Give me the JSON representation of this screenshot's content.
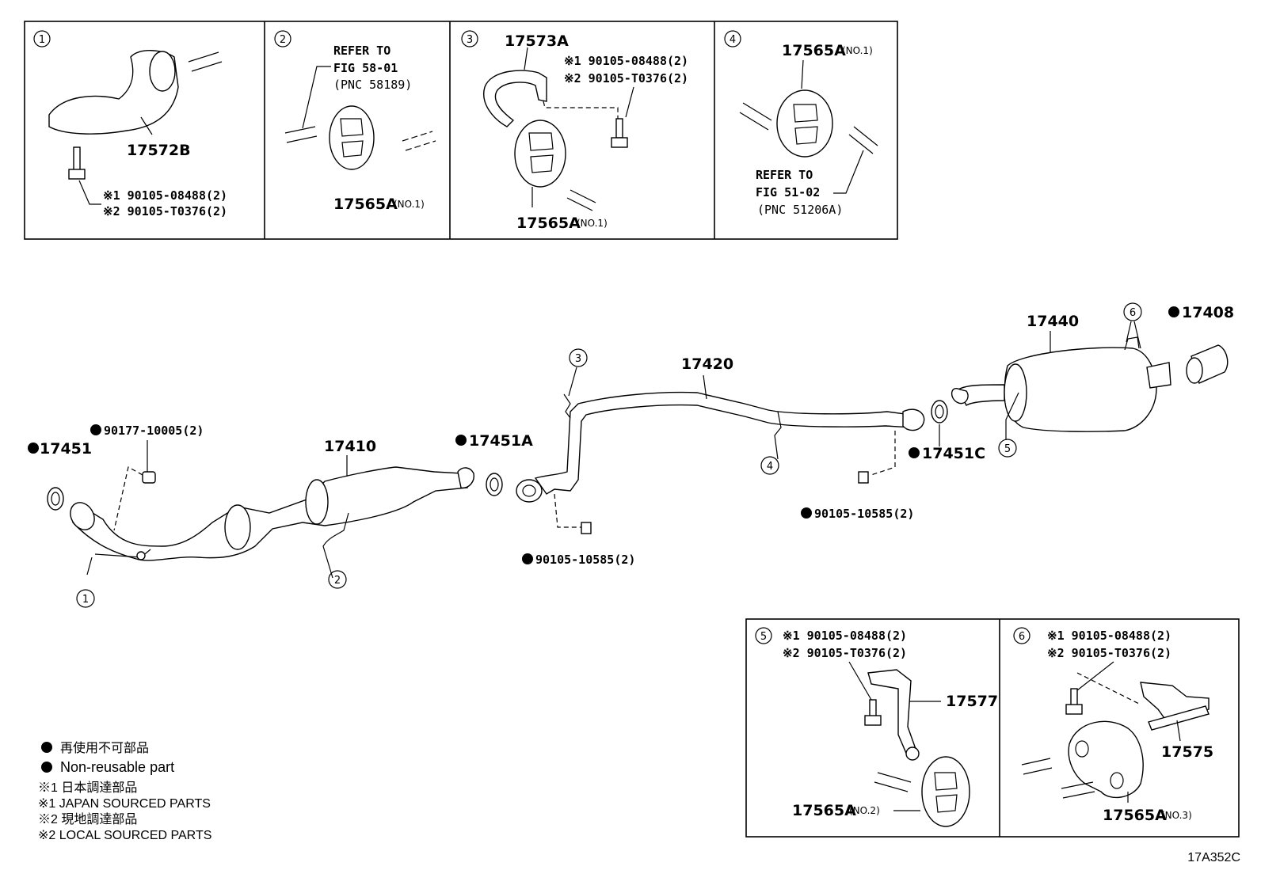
{
  "callouts": [
    "1",
    "2",
    "3",
    "4",
    "5",
    "6"
  ],
  "box1": {
    "part": "17572B",
    "bolt1": "※1 90105-08488(2)",
    "bolt2": "※2 90105-T0376(2)"
  },
  "box2": {
    "refer1": "REFER TO",
    "refer2": "FIG 58-01",
    "refer3": "(PNC 58189)",
    "part": "17565A",
    "note": "(NO.1)"
  },
  "box3": {
    "part_a": "17573A",
    "bolt1": "※1 90105-08488(2)",
    "bolt2": "※2 90105-T0376(2)",
    "part_b": "17565A",
    "note": "(NO.1)"
  },
  "box4": {
    "part": "17565A",
    "note": "(NO.1)",
    "refer1": "REFER TO",
    "refer2": "FIG 51-02",
    "refer3": "(PNC 51206A)"
  },
  "box5": {
    "bolt1": "※1 90105-08488(2)",
    "bolt2": "※2 90105-T0376(2)",
    "part_a": "17577",
    "part_b": "17565A",
    "note": "(NO.2)"
  },
  "box6": {
    "bolt1": "※1 90105-08488(2)",
    "bolt2": "※2 90105-T0376(2)",
    "part_a": "17575",
    "part_b": "17565A",
    "note": "(NO.3)"
  },
  "main": {
    "p17451": "17451",
    "p90177": "90177-10005(2)",
    "p17410": "17410",
    "p17451A": "17451A",
    "p90105a": "90105-10585(2)",
    "p17420": "17420",
    "p17451C": "17451C",
    "p90105b": "90105-10585(2)",
    "p17440": "17440",
    "p17408": "17408"
  },
  "legend": {
    "line1": "再使用不可部品",
    "line2": "Non-reusable part",
    "line3": "※1  日本調達部品",
    "line4": "※1  JAPAN SOURCED PARTS",
    "line5": "※2  現地調達部品",
    "line6": "※2  LOCAL SOURCED PARTS"
  },
  "figure_code": "17A352C"
}
